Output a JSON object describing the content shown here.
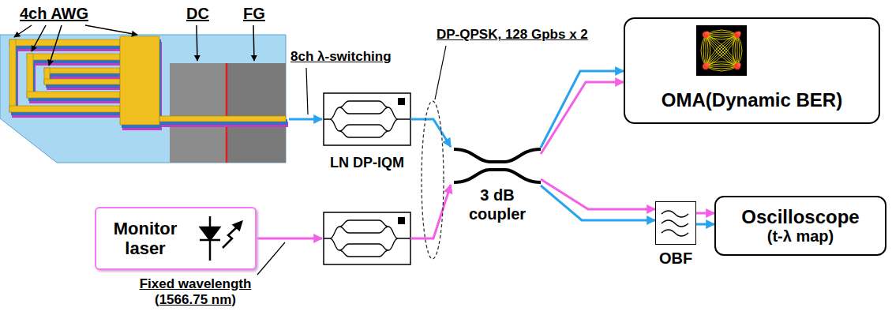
{
  "diagram": {
    "nodes": [
      {
        "text": [
          "Monitor laser"
        ]
      },
      {
        "text": [
          "3 dB coupler"
        ]
      },
      {
        "text": [
          "OMA(Dynamic BER)"
        ]
      },
      {
        "text": [
          "OBF"
        ]
      },
      {
        "text": [
          "Oscilloscope",
          "(t-λ map)"
        ]
      }
    ],
    "edges": [
      {
        "from": 1,
        "to": 2,
        "arrow": "to"
      },
      {
        "from": 1,
        "to": 2,
        "arrow": "to"
      },
      {
        "from": 1,
        "to": 3,
        "arrow": "to"
      },
      {
        "from": 1,
        "to": 3,
        "arrow": "to"
      },
      {
        "from": 3,
        "to": 4,
        "arrow": "to"
      },
      {
        "from": 3,
        "to": 4,
        "arrow": "to"
      }
    ],
    "labels": [
      "4ch AWG",
      "DC",
      "FG",
      "8ch λ-switching",
      "DP-QPSK, 128 Gpbs x 2",
      "LN DP-IQM",
      "Fixed wavelength (1566.75 nm)"
    ]
  }
}
